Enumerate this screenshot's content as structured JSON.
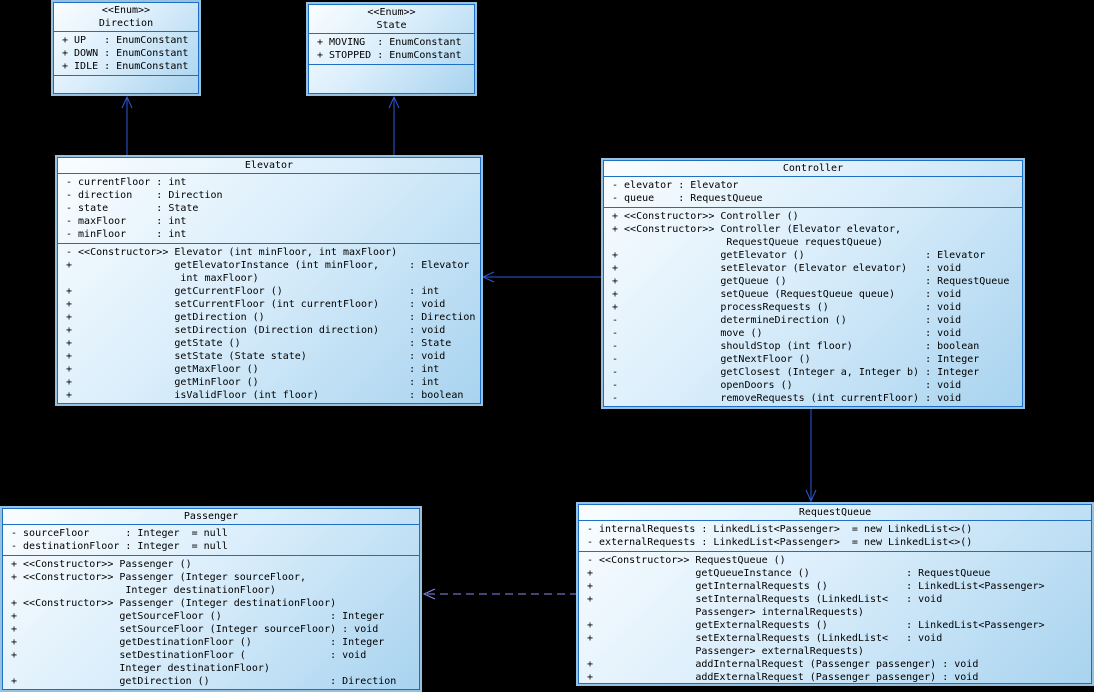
{
  "diagram": {
    "type": "uml-class-diagram",
    "subject": "Elevator system",
    "background": "#000000"
  },
  "colors": {
    "box_border": "#1e6fc4",
    "box_halo": "#9ecbec",
    "box_fill_light": "#fafdff",
    "box_fill_dark": "#a8d3ef",
    "association_line": "#2d57d8",
    "dependency_line": "#8787ec",
    "text": "#000000"
  },
  "classes": {
    "direction": {
      "stereotype": "<<Enum>>",
      "title": "Direction",
      "attributes": [
        "+ UP   : EnumConstant",
        "+ DOWN : EnumConstant",
        "+ IDLE : EnumConstant"
      ],
      "methods": []
    },
    "state": {
      "stereotype": "<<Enum>>",
      "title": "State",
      "attributes": [
        "+ MOVING  : EnumConstant",
        "+ STOPPED : EnumConstant"
      ],
      "methods": []
    },
    "elevator": {
      "title": "Elevator",
      "attributes": [
        "- currentFloor : int",
        "- direction    : Direction",
        "- state        : State",
        "- maxFloor     : int",
        "- minFloor     : int"
      ],
      "methods": [
        "- <<Constructor>> Elevator (int minFloor, int maxFloor)",
        "+                 getElevatorInstance (int minFloor,     : Elevator",
        "                   int maxFloor)",
        "+                 getCurrentFloor ()                     : int",
        "+                 setCurrentFloor (int currentFloor)     : void",
        "+                 getDirection ()                        : Direction",
        "+                 setDirection (Direction direction)     : void",
        "+                 getState ()                            : State",
        "+                 setState (State state)                 : void",
        "+                 getMaxFloor ()                         : int",
        "+                 getMinFloor ()                         : int",
        "+                 isValidFloor (int floor)               : boolean"
      ]
    },
    "controller": {
      "title": "Controller",
      "attributes": [
        "- elevator : Elevator",
        "- queue    : RequestQueue"
      ],
      "methods": [
        "+ <<Constructor>> Controller ()",
        "+ <<Constructor>> Controller (Elevator elevator,",
        "                   RequestQueue requestQueue)",
        "+                 getElevator ()                    : Elevator",
        "+                 setElevator (Elevator elevator)   : void",
        "+                 getQueue ()                       : RequestQueue",
        "+                 setQueue (RequestQueue queue)     : void",
        "+                 processRequests ()                : void",
        "-                 determineDirection ()             : void",
        "-                 move ()                           : void",
        "-                 shouldStop (int floor)            : boolean",
        "-                 getNextFloor ()                   : Integer",
        "-                 getClosest (Integer a, Integer b) : Integer",
        "-                 openDoors ()                      : void",
        "-                 removeRequests (int currentFloor) : void"
      ]
    },
    "passenger": {
      "title": "Passenger",
      "attributes": [
        "- sourceFloor      : Integer  = null",
        "- destinationFloor : Integer  = null"
      ],
      "methods": [
        "+ <<Constructor>> Passenger ()",
        "+ <<Constructor>> Passenger (Integer sourceFloor,",
        "                   Integer destinationFloor)",
        "+ <<Constructor>> Passenger (Integer destinationFloor)",
        "+                 getSourceFloor ()                  : Integer",
        "+                 setSourceFloor (Integer sourceFloor) : void",
        "+                 getDestinationFloor ()             : Integer",
        "+                 setDestinationFloor (              : void",
        "                  Integer destinationFloor)",
        "+                 getDirection ()                    : Direction"
      ]
    },
    "requestqueue": {
      "title": "RequestQueue",
      "attributes": [
        "- internalRequests : LinkedList<Passenger>  = new LinkedList<>()",
        "- externalRequests : LinkedList<Passenger>  = new LinkedList<>()"
      ],
      "methods": [
        "- <<Constructor>> RequestQueue ()",
        "+                 getQueueInstance ()                : RequestQueue",
        "+                 getInternalRequests ()             : LinkedList<Passenger>",
        "+                 setInternalRequests (LinkedList<   : void",
        "                  Passenger> internalRequests)",
        "+                 getExternalRequests ()             : LinkedList<Passenger>",
        "+                 setExternalRequests (LinkedList<   : void",
        "                  Passenger> externalRequests)",
        "+                 addInternalRequest (Passenger passenger) : void",
        "+                 addExternalRequest (Passenger passenger) : void"
      ]
    }
  },
  "connectors": [
    {
      "from": "Elevator",
      "to": "Direction",
      "type": "directed-association",
      "line": "solid"
    },
    {
      "from": "Elevator",
      "to": "State",
      "type": "directed-association",
      "line": "solid"
    },
    {
      "from": "Controller",
      "to": "Elevator",
      "type": "directed-association",
      "line": "solid"
    },
    {
      "from": "Controller",
      "to": "RequestQueue",
      "type": "directed-association",
      "line": "solid"
    },
    {
      "from": "RequestQueue",
      "to": "Passenger",
      "type": "dependency",
      "line": "dashed"
    }
  ]
}
